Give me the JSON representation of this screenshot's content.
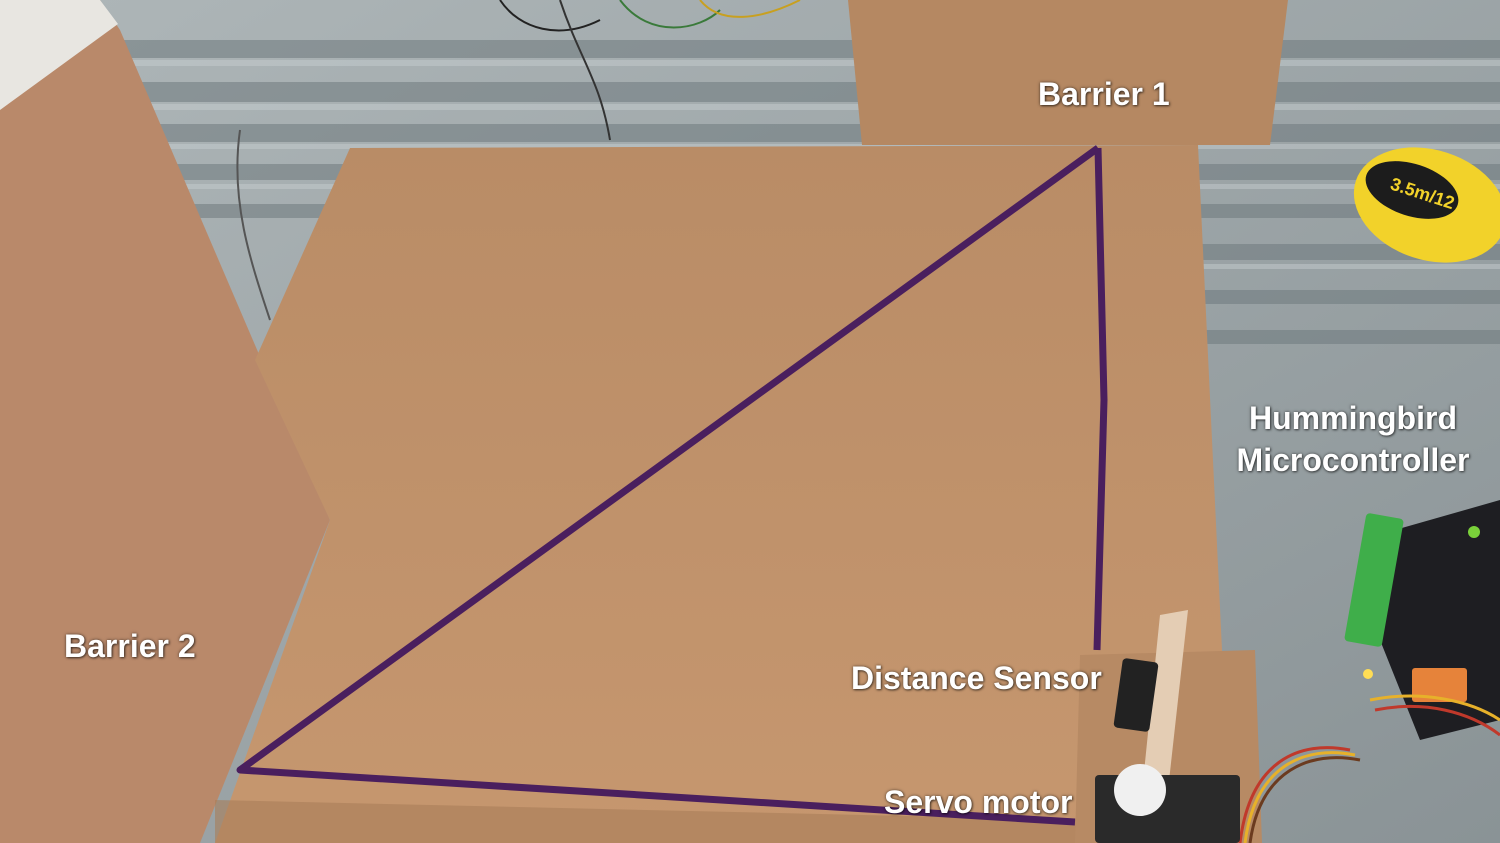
{
  "labels": {
    "barrier_1": "Barrier 1",
    "barrier_2": "Barrier 2",
    "hummingbird_line1": "Hummingbird",
    "hummingbird_line2": "Microcontroller",
    "distance_sensor": "Distance Sensor",
    "servo_motor": "Servo motor"
  },
  "tape_measure_text": "3.5m/12",
  "colors": {
    "cardboard": "#c0936c",
    "cardboard_dark": "#a97d58",
    "marker_line": "#4a1f5e",
    "glass_background": "#9aa3a6",
    "blinds": "#6f7a7e",
    "tape_measure": "#f2d22a",
    "terminal_block": "#3fae4a",
    "label_text": "#ffffff"
  }
}
